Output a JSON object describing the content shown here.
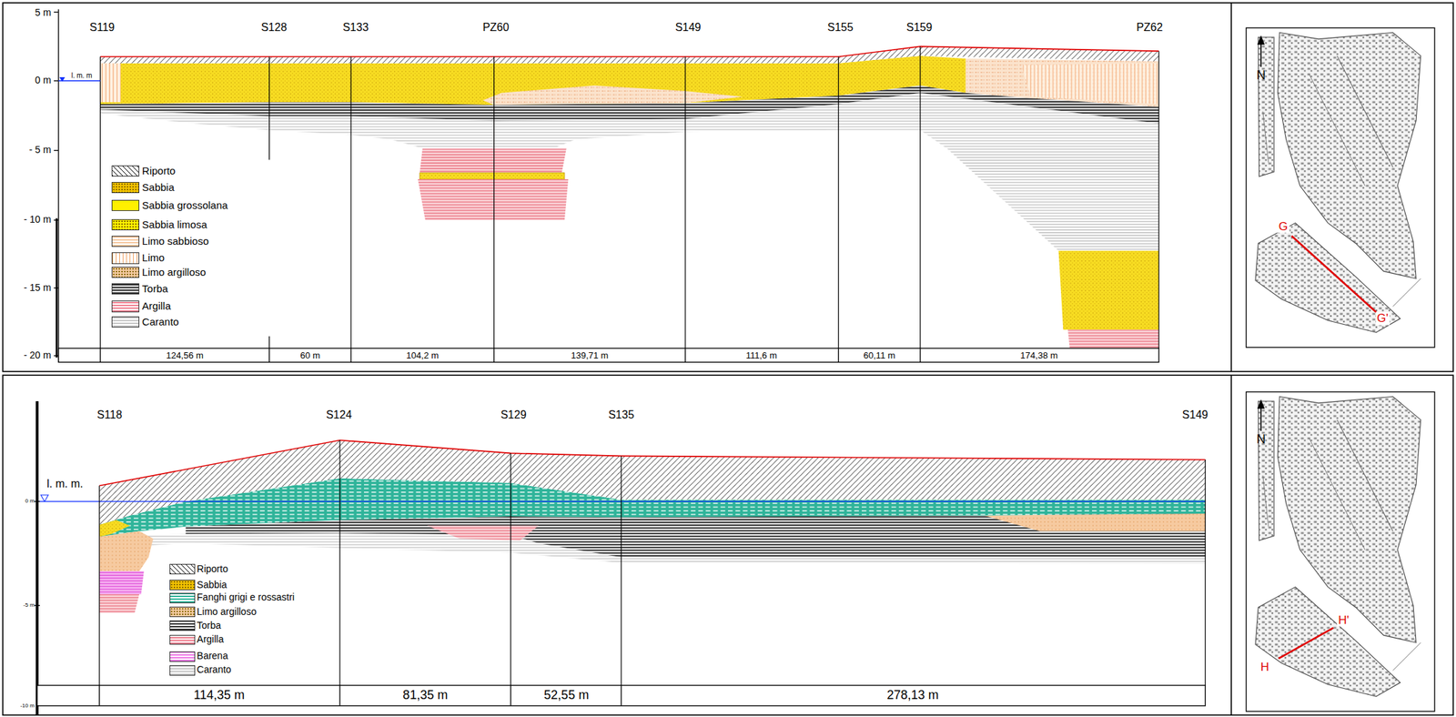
{
  "diagram": {
    "labels": [
      "5 m",
      "0 m",
      "- 5 m",
      "- 10 m",
      "- 15 m",
      "- 20 m",
      "S119",
      "S128",
      "S133",
      "PZ60",
      "S149",
      "S155",
      "S159",
      "PZ62",
      "l. m. m",
      "124,56 m",
      "60 m",
      "104,2 m",
      "139,71 m",
      "111,6 m",
      "60,11 m",
      "174,38 m",
      "N",
      "G",
      "G'",
      "S118",
      "S124",
      "S129",
      "S135",
      "S149",
      "l. m. m.",
      "0 m",
      "-5 m",
      "-10 m",
      "114,35 m",
      "81,35 m",
      "52,55 m",
      "278,13 m",
      "N",
      "H",
      "H'"
    ],
    "legend": [
      {
        "text": "Riporto"
      },
      {
        "text": "Sabbia",
        "color": "#f2c200"
      },
      {
        "text": "Sabbia grossolana",
        "color": "#fff000"
      },
      {
        "text": "Sabbia limosa",
        "color": "#fff200"
      },
      {
        "text": "Limo sabbioso",
        "color": "#f6c8a0"
      },
      {
        "text": "Limo",
        "color": "#f0a060"
      },
      {
        "text": "Limo argilloso",
        "color": "#f4c9a0"
      },
      {
        "text": "Torba",
        "color": "#333333"
      },
      {
        "text": "Argilla",
        "color": "#f08090"
      },
      {
        "text": "Caranto",
        "color": "#c8c8c8"
      },
      {
        "text": "Riporto"
      },
      {
        "text": "Sabbia",
        "color": "#f2c200"
      },
      {
        "text": "Fanghi grigi e rossastri",
        "color": "#2fb49a"
      },
      {
        "text": "Limo argilloso",
        "color": "#f4c9a0"
      },
      {
        "text": "Torba",
        "color": "#333333"
      },
      {
        "text": "Argilla",
        "color": "#f08090"
      },
      {
        "text": "Barena",
        "color": "#f07ae8"
      },
      {
        "text": "Caranto",
        "color": "#c8c8c8"
      }
    ]
  }
}
